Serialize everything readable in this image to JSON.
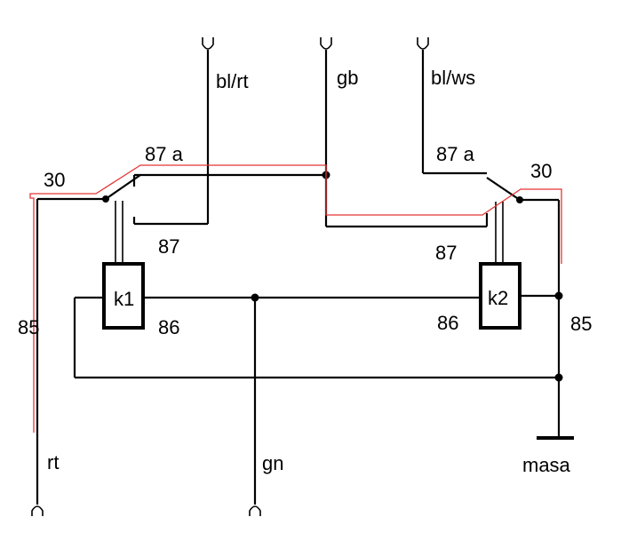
{
  "wires": {
    "bl_rt": "bl/rt",
    "gb": "gb",
    "bl_ws": "bl/ws",
    "rt": "rt",
    "gn": "gn",
    "ground": "masa"
  },
  "relay1": {
    "name": "k1",
    "pin_30": "30",
    "pin_87a": "87 a",
    "pin_87": "87",
    "pin_85": "85",
    "pin_86": "86"
  },
  "relay2": {
    "name": "k2",
    "pin_30": "30",
    "pin_87a": "87 a",
    "pin_87": "87",
    "pin_85": "85",
    "pin_86": "86"
  },
  "colors": {
    "wire": "#000000",
    "highlight_path": "#e53535",
    "background": "#ffffff"
  }
}
